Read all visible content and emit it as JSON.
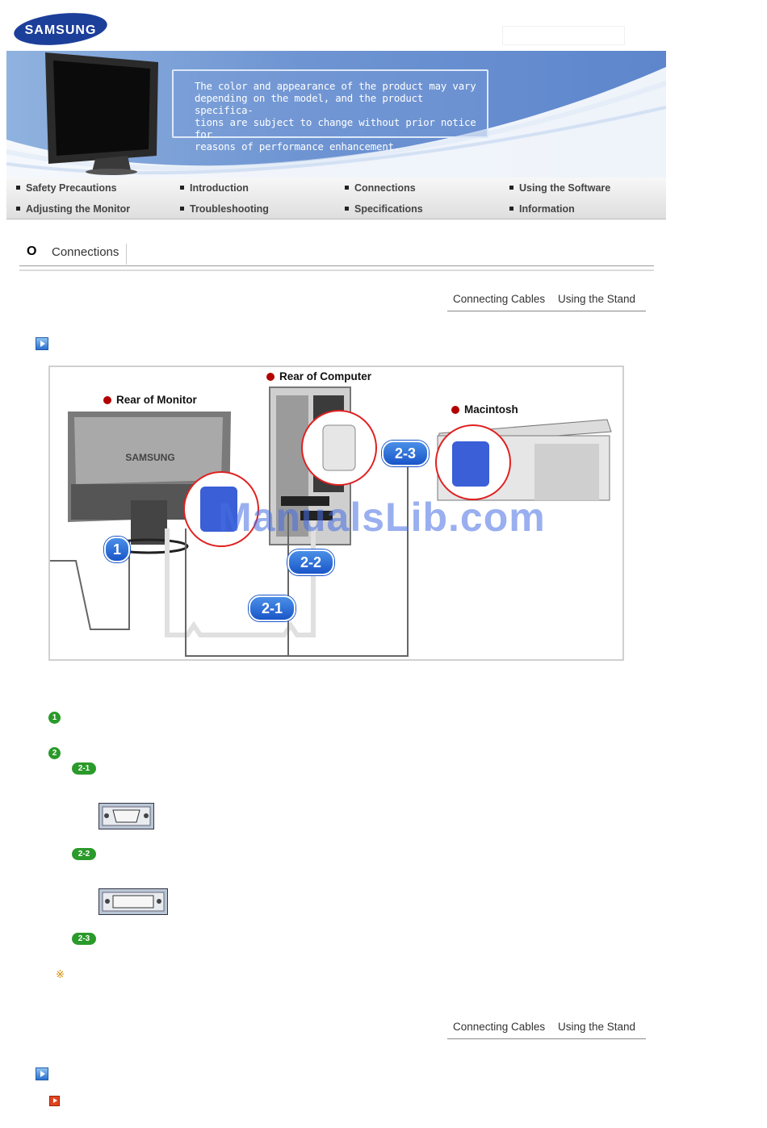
{
  "header": {
    "logo_text": "SAMSUNG"
  },
  "banner": {
    "notice_lines": [
      "The color and appearance of the product may vary",
      "depending on the model, and the product specifica-",
      "tions are subject to change without prior notice for",
      "reasons of performance enhancement."
    ]
  },
  "nav": {
    "items": [
      "Safety Precautions",
      "Introduction",
      "Connections",
      "Using the Software",
      "Adjusting the Monitor",
      "Troubleshooting",
      "Specifications",
      "Information"
    ]
  },
  "section": {
    "bullet": "O",
    "title": "Connections"
  },
  "subnav": {
    "connecting_cables": "Connecting Cables",
    "using_the_stand": "Using the Stand"
  },
  "diagram": {
    "labels": {
      "rear_monitor": "Rear of Monitor",
      "rear_computer": "Rear of Computer",
      "macintosh": "Macintosh"
    },
    "badges": [
      "1",
      "2-1",
      "2-2",
      "2-3"
    ],
    "monitor_brand": "SAMSUNG",
    "watermark": "ManualsLib.com"
  },
  "steps": {
    "one": "1",
    "two": "2",
    "sub": [
      "2-1",
      "2-2",
      "2-3"
    ]
  },
  "note_symbol": "※",
  "colors": {
    "accent_blue": "#1a56c8",
    "step_green": "#2a9a2a",
    "nav_bg": "#e8e8e8"
  }
}
